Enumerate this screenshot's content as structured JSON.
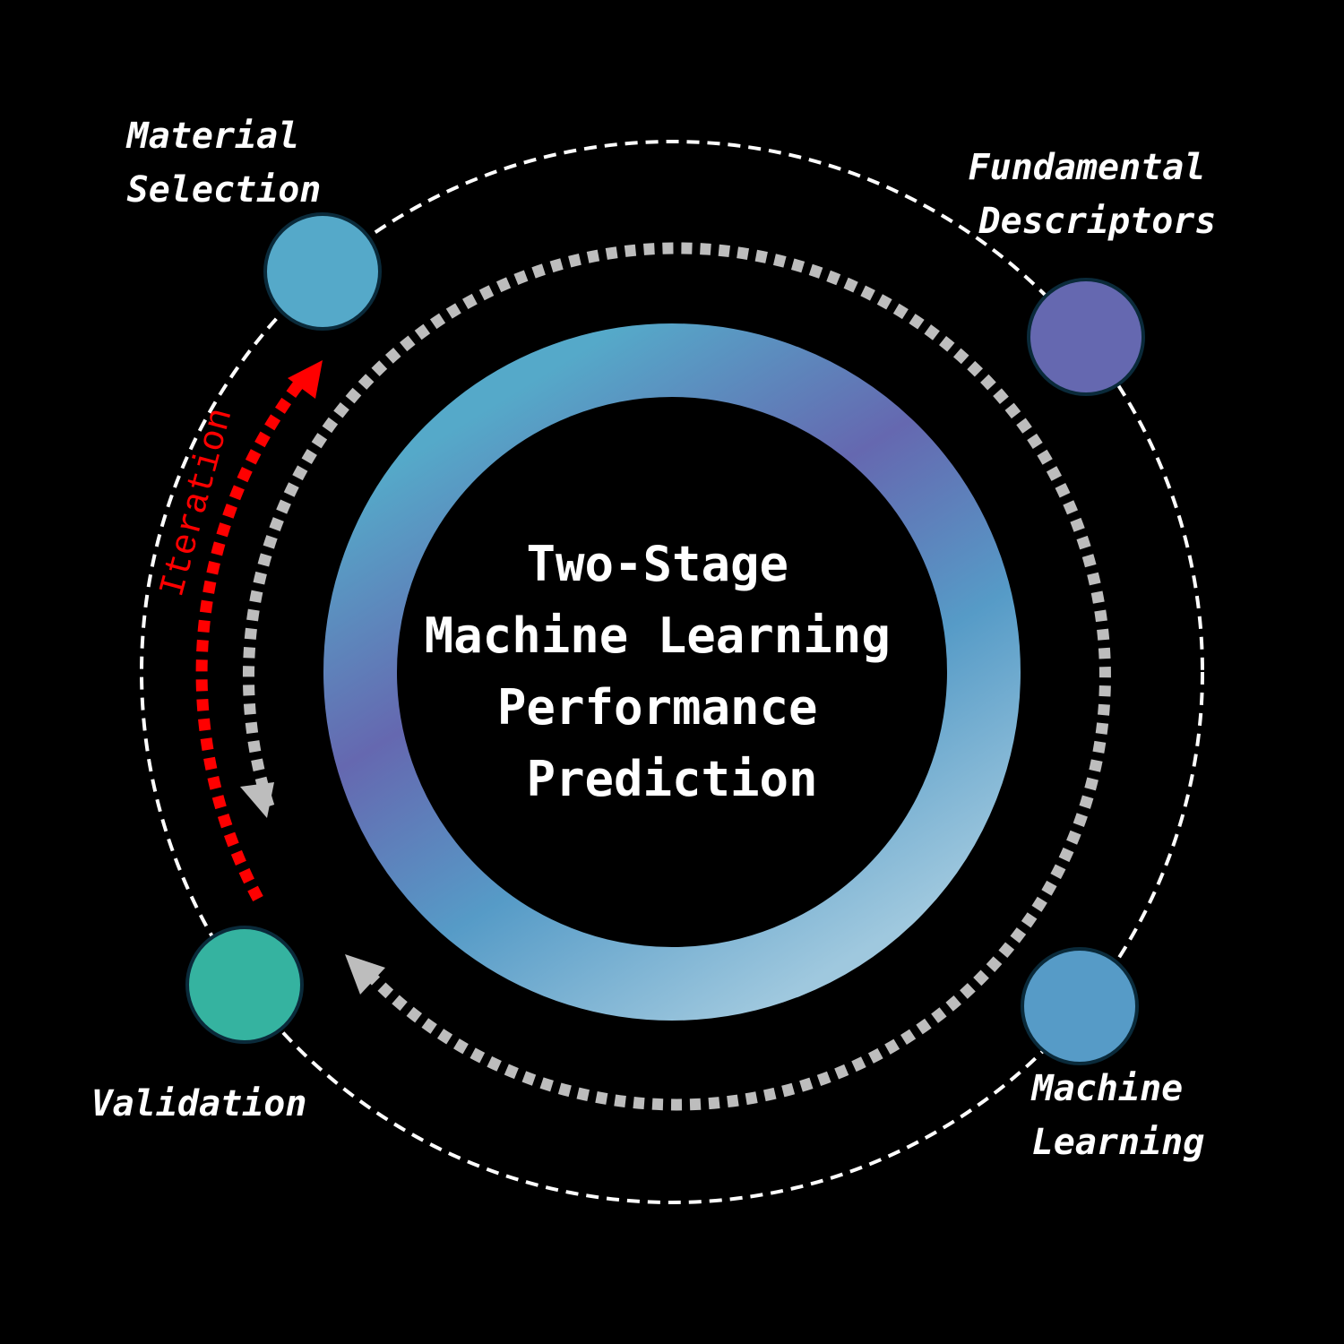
{
  "center": {
    "title_lines": [
      "Two-Stage",
      "Machine Learning",
      "Performance",
      "Prediction"
    ]
  },
  "nodes": [
    {
      "id": "material-selection",
      "label_lines": [
        "Material",
        "Selection"
      ],
      "color": "#55a9c9"
    },
    {
      "id": "fundamental-descriptors",
      "label_lines": [
        "Fundamental",
        "Descriptors"
      ],
      "color": "#6568b0"
    },
    {
      "id": "machine-learning",
      "label_lines": [
        "Machine",
        "Learning"
      ],
      "color": "#569bc7"
    },
    {
      "id": "validation",
      "label_lines": [
        "Validation"
      ],
      "color": "#35b3a0"
    }
  ],
  "iteration": {
    "label": "Iteration",
    "color": "#ff0000"
  },
  "colors": {
    "background": "#000000",
    "outer_ring": "#ffffff",
    "flow_arrow": "#bdbdbd",
    "ring_gradient": [
      "#55a9c9",
      "#6568b0",
      "#569bc7",
      "#9fc8de"
    ]
  },
  "icons": {
    "flow_arrowhead": "triangle-arrowhead-icon",
    "iteration_arrowhead": "triangle-arrowhead-icon"
  }
}
